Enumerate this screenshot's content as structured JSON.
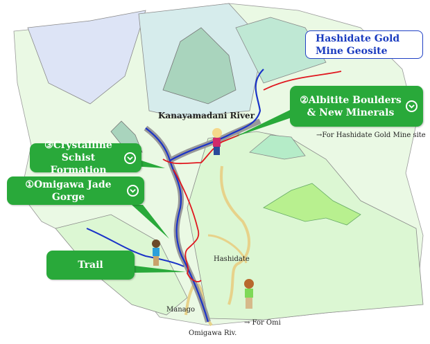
{
  "map": {
    "geosite_title": "Hashidate Gold Mine Geosite",
    "callouts": [
      {
        "number": "②",
        "label": "Albitite Boulders & New Minerals",
        "icon": "chevron-down-circle-icon"
      },
      {
        "number": "③",
        "label": "Crystalline Schist Formation",
        "icon": "chevron-down-circle-icon"
      },
      {
        "number": "①",
        "label": "Omigawa Jade Gorge",
        "icon": "chevron-down-circle-icon"
      },
      {
        "number": "",
        "label": "Trail"
      }
    ],
    "labels": {
      "river": "Kanayamadani River",
      "to_gold_mine": "→For Hashidate Gold Mine site",
      "hashidate": "Hashidate",
      "manago": "Manago",
      "to_omi": "→ For Omi",
      "omigawa": "Omigawa Riv."
    },
    "colors": {
      "callout": "#29a93a",
      "geosite": "#1a3bbf",
      "river": "#1a33c8",
      "trail": "#e0161e",
      "road": "#efdc8e",
      "land": "#dff7d8"
    }
  }
}
